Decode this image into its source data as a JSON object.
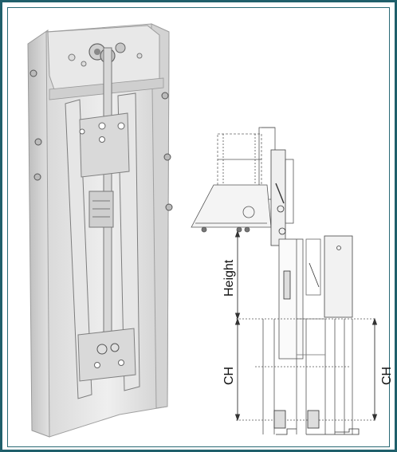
{
  "labels": {
    "height": "Height",
    "ch_left": "CH",
    "ch_right": "CH"
  },
  "colors": {
    "frame_border": "#1f5f6b",
    "metal_light": "#e4e4e4",
    "metal_mid": "#c8c8c8",
    "metal_dark": "#8c8c8c",
    "line": "#555555"
  }
}
